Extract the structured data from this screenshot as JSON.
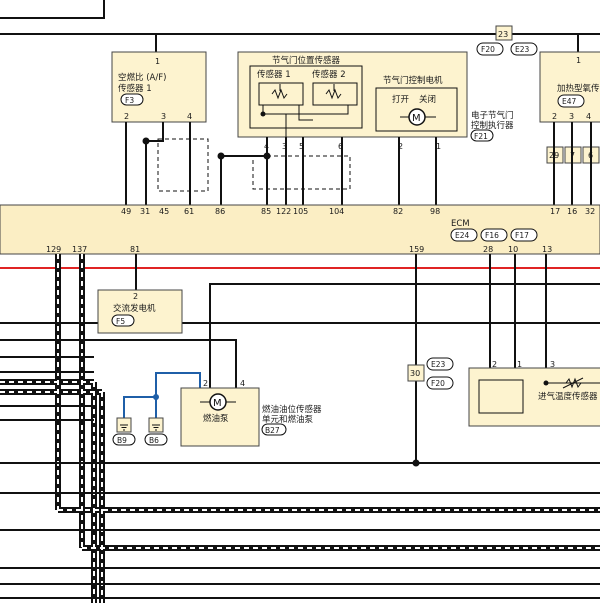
{
  "colors": {
    "component_fill": "#fdf3cf",
    "ecm_fill": "#fbeec4",
    "wire": "#111111",
    "ground_line": "#e02424",
    "blue_wire": "#1f5fa8"
  },
  "components": {
    "af_sensor": {
      "name1": "空燃比 (A/F)",
      "name2": "传感器 1",
      "connector": "F3",
      "pin_top": "1",
      "pins": [
        "2",
        "3",
        "4"
      ]
    },
    "tps": {
      "title": "节气门位置传感器",
      "s1": "传感器 1",
      "s2": "传感器 2",
      "pins": [
        "4",
        "3",
        "5",
        "6"
      ]
    },
    "throttle_motor": {
      "title": "节气门控制电机",
      "open": "打开",
      "close": "关闭",
      "pins": [
        "2",
        "1"
      ]
    },
    "actuator": {
      "name1": "电子节气门",
      "name2": "控制执行器",
      "connector": "F21"
    },
    "junction_top": {
      "pin": "23",
      "c1": "F20",
      "c2": "E23"
    },
    "heated_o2": {
      "name": "加热型氧传",
      "connector": "E47",
      "pin_top": "1",
      "pins": [
        "2",
        "3",
        "4"
      ],
      "boxes": [
        "29",
        "7",
        "6"
      ]
    },
    "alternator": {
      "name": "交流发电机",
      "connector": "F5",
      "pin": "2"
    },
    "fuel_pump": {
      "name": "燃油泵",
      "pins": [
        "2",
        "4"
      ],
      "desc1": "燃油油位传感器",
      "desc2": "单元和燃油泵",
      "connector": "B27"
    },
    "grounds": [
      "B9",
      "B6"
    ],
    "junction_mid": {
      "pin": "30",
      "c1": "E23",
      "c2": "F20"
    },
    "intake_temp": {
      "name": "进气温度传感器",
      "pins": [
        "2",
        "1",
        "3"
      ]
    }
  },
  "ecm": {
    "label": "ECM",
    "connectors": [
      "E24",
      "F16",
      "F17"
    ],
    "top_pins": [
      "49",
      "31",
      "45",
      "61",
      "86",
      "85",
      "122",
      "105",
      "104",
      "82",
      "98",
      "17",
      "16",
      "32"
    ],
    "bottom_pins": [
      "129",
      "137",
      "81",
      "159",
      "28",
      "10",
      "13"
    ]
  }
}
